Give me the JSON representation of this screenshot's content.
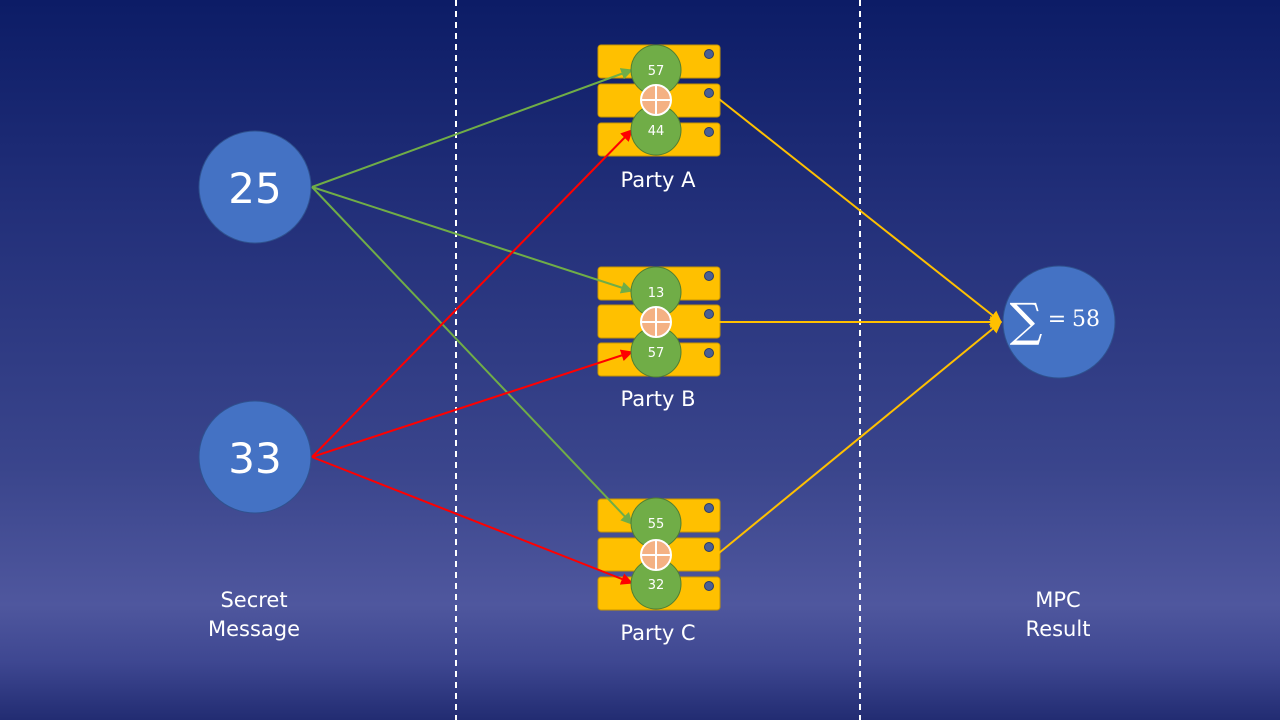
{
  "secrets": {
    "first": "25",
    "second": "33",
    "caption_line1": "Secret",
    "caption_line2": "Message"
  },
  "parties": [
    {
      "label": "Party A",
      "share_top": "57",
      "share_bottom": "44"
    },
    {
      "label": "Party B",
      "share_top": "13",
      "share_bottom": "57"
    },
    {
      "label": "Party C",
      "share_top": "55",
      "share_bottom": "32"
    }
  ],
  "result": {
    "sum_symbol": "∑",
    "equals": "=",
    "value": "58",
    "caption_line1": "MPC",
    "caption_line2": "Result"
  },
  "colors": {
    "node_blue": "#4472c4",
    "server_yellow": "#ffc000",
    "share_green": "#70ad47",
    "plus_orange": "#f4b183",
    "arrow_first": "#70ad47",
    "arrow_second": "#ff0000",
    "arrow_result": "#ffc000",
    "divider": "#ffffff"
  },
  "icons": {
    "server": "server-stack-icon",
    "plus": "circled-plus-icon",
    "sum": "summation-icon"
  }
}
